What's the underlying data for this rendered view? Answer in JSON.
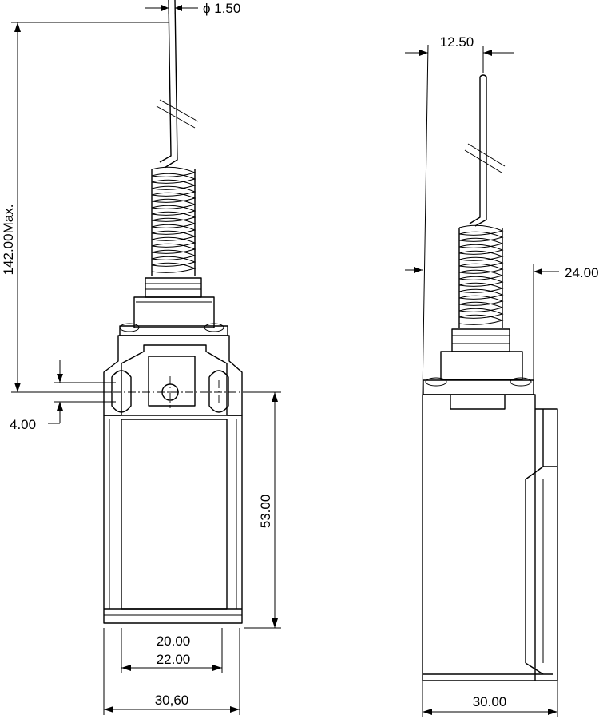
{
  "dimensions": {
    "rod_diameter": "ϕ 1.50",
    "total_height": "142.00Max.",
    "hole_spacing": "4.00",
    "body_height": "53.00",
    "inner_width_20": "20.00",
    "inner_width_22": "22.00",
    "body_width_front": "30,60",
    "rod_offset": "12.50",
    "side_depth": "24.00",
    "body_width_side": "30.00"
  }
}
